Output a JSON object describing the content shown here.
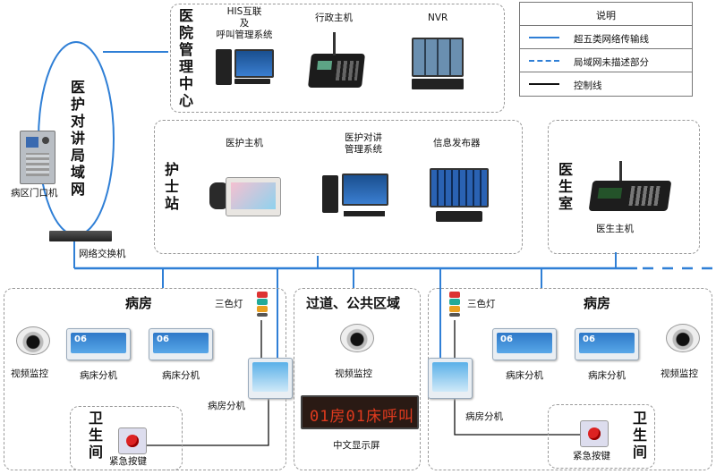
{
  "legend": {
    "title": "说明",
    "items": [
      {
        "label": "超五类网络传输线",
        "color": "#2f7fd6",
        "style": "solid"
      },
      {
        "label": "局域网未描述部分",
        "color": "#2f7fd6",
        "style": "dashed"
      },
      {
        "label": "控制线",
        "color": "#111111",
        "style": "solid"
      }
    ]
  },
  "network": {
    "ring_title": "医护对讲局域网",
    "door_unit": "病区门口机",
    "switch": "网络交换机"
  },
  "hospital_center": {
    "title": "医院管理中心",
    "devices": [
      {
        "label": "HIS互联\n及\n呼叫管理系统"
      },
      {
        "label": "行政主机"
      },
      {
        "label": "NVR"
      }
    ]
  },
  "nurse_station": {
    "title": "护士站",
    "devices": [
      {
        "label": "医护主机"
      },
      {
        "label": "医护对讲\n管理系统"
      },
      {
        "label": "信息发布器"
      }
    ]
  },
  "doctor_room": {
    "title": "医生室",
    "device": "医生主机"
  },
  "ward_left": {
    "title": "病房",
    "camera": "视频监控",
    "bed1": "病床分机",
    "bed2": "病床分机",
    "lamp": "三色灯",
    "room_unit": "病房分机",
    "bed_number": "06",
    "toilet_title": "卫生间",
    "emergency": "紧急按键"
  },
  "corridor": {
    "title": "过道、公共区域",
    "camera": "视频监控",
    "led_text": "01房01床呼叫",
    "display": "中文显示屏"
  },
  "ward_right": {
    "title": "病房",
    "lamp": "三色灯",
    "bed1": "病床分机",
    "bed2": "病床分机",
    "camera": "视频监控",
    "room_unit": "病房分机",
    "bed_number": "06",
    "toilet_title": "卫生间",
    "emergency": "紧急按键"
  }
}
